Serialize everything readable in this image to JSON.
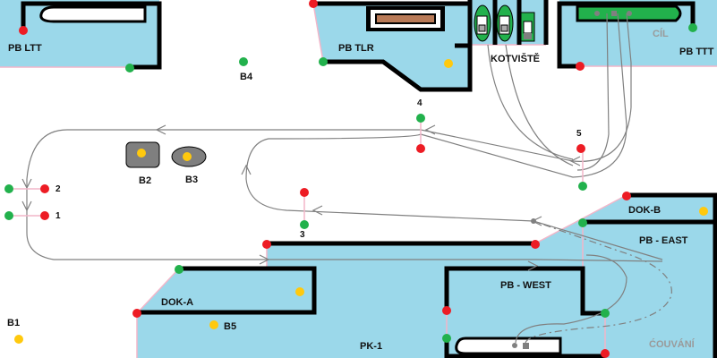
{
  "map": {
    "colors": {
      "water": "#9bd8ea",
      "green_signal": "#22b14c",
      "red_signal": "#ed1c24",
      "buoy": "#ffc90e",
      "path_line": "#808080",
      "boat_green": "#22b14c",
      "barge_brown": "#b97a57",
      "gray_block": "#7f7f7f",
      "pink_edge": "#f2b6c9"
    },
    "areas": {
      "pb_ltt": "PB LTT",
      "pb_tlr": "PB TLR",
      "pb_ttt": "PB TTT",
      "kotviste": "KOTVIŠTĚ",
      "cil": "CÍL",
      "dok_a": "DOK-A",
      "dok_b": "DOK-B",
      "pb_east": "PB - EAST",
      "pb_west": "PB - WEST",
      "pk1": "PK-1",
      "couvani": "ĆOUVÁNÍ"
    },
    "buoys": [
      {
        "id": "b1",
        "label": "B1"
      },
      {
        "id": "b2",
        "label": "B2"
      },
      {
        "id": "b3",
        "label": "B3"
      },
      {
        "id": "b4",
        "label": "B4"
      },
      {
        "id": "b5",
        "label": "B5"
      }
    ],
    "gates": [
      {
        "id": "g1",
        "label": "1"
      },
      {
        "id": "g2",
        "label": "2"
      },
      {
        "id": "g3",
        "label": "3"
      },
      {
        "id": "g4",
        "label": "4"
      },
      {
        "id": "g5",
        "label": "5"
      }
    ]
  }
}
